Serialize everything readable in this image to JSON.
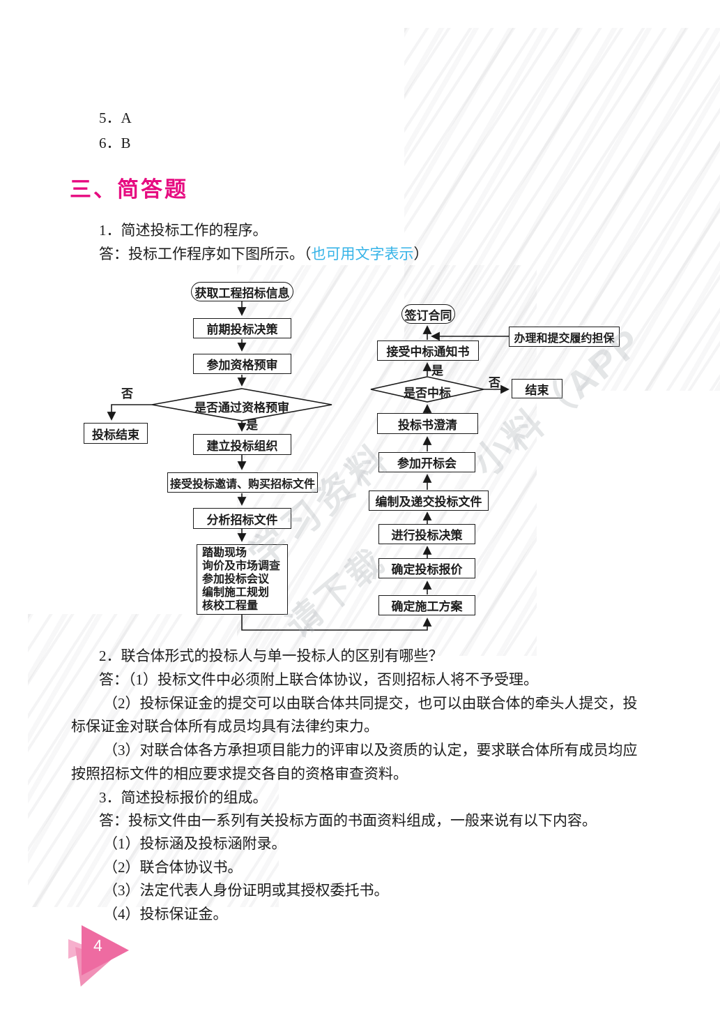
{
  "document": {
    "answers_top": {
      "item_5": "5．A",
      "item_6": "6．B"
    },
    "section": {
      "heading": "三、简答题"
    },
    "q1": {
      "question": "1．简述投标工作的程序。",
      "answer_prefix": "答：投标工作程序如下图所示。",
      "paren_open": "（",
      "link_text": "也可用文字表示",
      "paren_close": "）"
    },
    "q2": {
      "question": "2．联合体形式的投标人与单一投标人的区别有哪些？",
      "answer_line1": "答：（1）投标文件中必须附上联合体协议，否则招标人将不予受理。",
      "answer_line2": "（2）投标保证金的提交可以由联合体共同提交，也可以由联合体的牵头人提交，投",
      "answer_line3": "标保证金对联合体所有成员均具有法律约束力。",
      "answer_line4": "（3）对联合体各方承担项目能力的评审以及资质的认定，要求联合体所有成员均应",
      "answer_line5": "按照招标文件的相应要求提交各自的资格审查资料。"
    },
    "q3": {
      "question": "3．简述投标报价的组成。",
      "answer_intro": "答：投标文件由一系列有关投标方面的书面资料组成，一般来说有以下内容。",
      "items": [
        "（1）投标涵及投标涵附录。",
        "（2）联合体协议书。",
        "（3）法定代表人身份证明或其授权委托书。",
        "（4）投标保证金。"
      ]
    },
    "page_number": "4"
  },
  "flowchart": {
    "nodes": {
      "start": "获取工程招标信息",
      "pre_decision": "前期投标决策",
      "prequal": "参加资格预审",
      "prequal_check": "是否通过资格预审",
      "bid_end": "投标结束",
      "org": "建立投标组织",
      "invite": "接受投标邀请、购买招标文件",
      "analyze": "分析招标文件",
      "plan": "确定施工方案",
      "price": "确定投标报价",
      "decision": "进行投标决策",
      "prepare": "编制及递交投标文件",
      "opening": "参加开标会",
      "clarify": "投标书澄清",
      "win_check": "是否中标",
      "end": "结束",
      "notice": "接受中标通知书",
      "contract": "签订合同",
      "guarantee": "办理和提交履约担保"
    },
    "survey_lines": [
      "踏勘现场",
      "询价及市场调查",
      "参加投标会议",
      "编制施工规划",
      "核校工程量"
    ],
    "labels": {
      "yes_pass": "是",
      "no_pass": "否",
      "yes_win": "是",
      "no_win": "否"
    }
  },
  "watermark": {
    "text1": "学习资料",
    "text2": "请下载",
    "text3": "小料（APP"
  },
  "colors": {
    "heading": "#e60b80",
    "link": "#35b3e7",
    "text": "#1c1c1c",
    "triangle_dark": "#ee6ba1",
    "triangle_mid": "#f190b7",
    "triangle_light": "#f6b0cd"
  }
}
